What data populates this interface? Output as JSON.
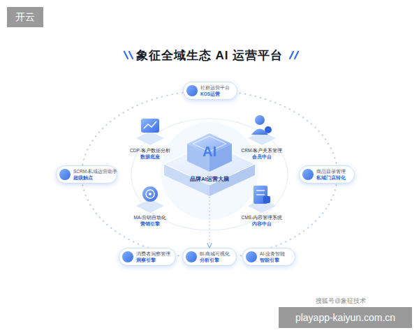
{
  "diagram": {
    "title": "象征全域生态 AI 运营平台",
    "nodes": [
      {
        "text": [
          "社群运营平台",
          "KOS运营"
        ]
      },
      {
        "text": [
          "CDP-客户数据分析",
          "数据底座"
        ]
      },
      {
        "text": [
          "CRM-客户关系管理",
          "会员中台"
        ]
      },
      {
        "text": [
          "SCRM-私域运营助手",
          "超级触点"
        ]
      },
      {
        "text": [
          "品牌AI运营大脑"
        ]
      },
      {
        "text": [
          "商品目录管理",
          "私域门店转化"
        ]
      },
      {
        "text": [
          "MA-营销自动化",
          "营销引擎"
        ]
      },
      {
        "text": [
          "CMS-内容管理系统",
          "内容中台"
        ]
      },
      {
        "text": [
          "消费者洞察管理",
          "洞察引擎"
        ]
      },
      {
        "text": [
          "BI-商城可视化",
          "分析引擎"
        ]
      },
      {
        "text": [
          "AI-业务智能",
          "智能引擎"
        ]
      }
    ],
    "edges": [
      {
        "from": 4,
        "to": 9,
        "arrow": "to"
      }
    ],
    "labels": [
      "开云",
      "AI",
      "搜狐号@象征技术",
      "playapp-kaiyun.com.cn"
    ]
  }
}
